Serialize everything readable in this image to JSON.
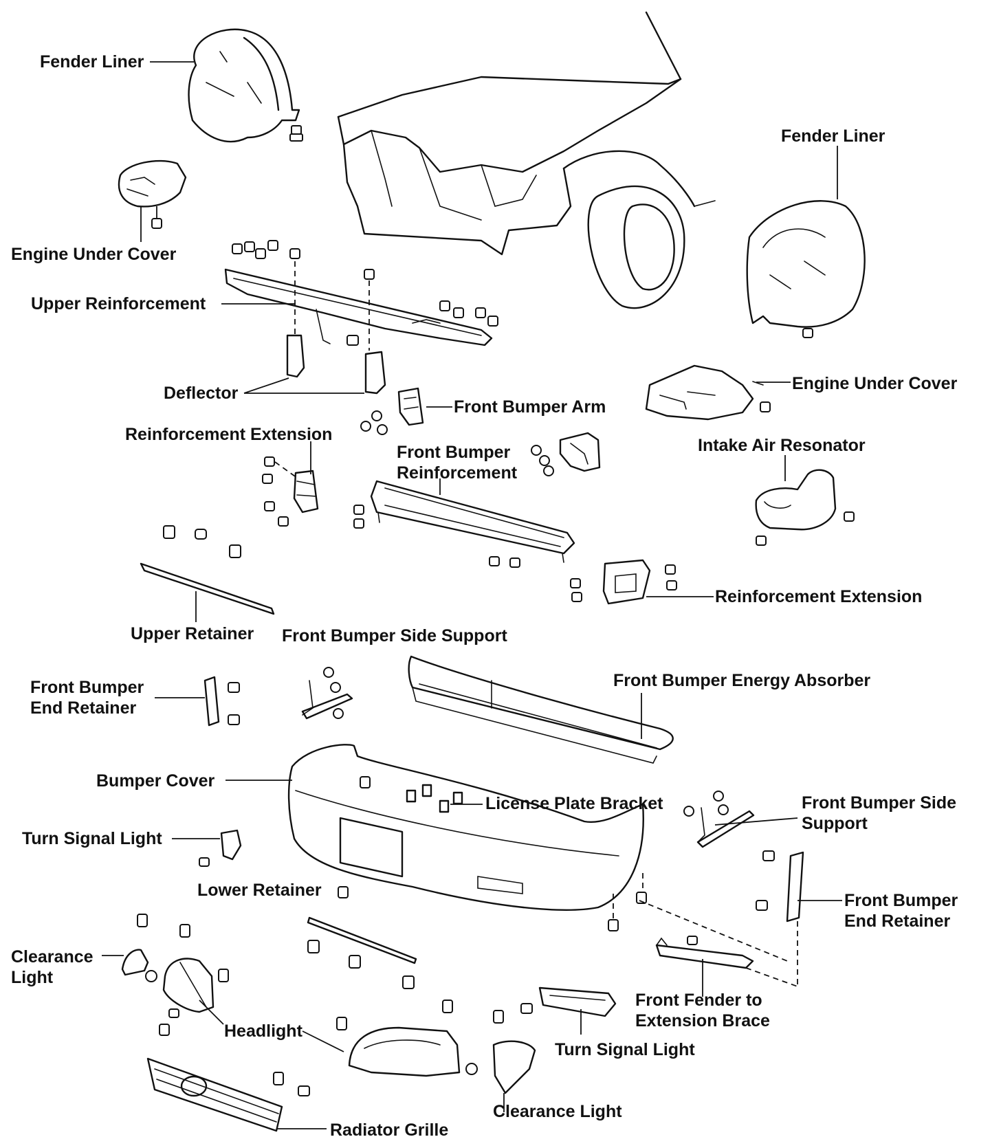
{
  "diagram": {
    "labels": {
      "fender_liner_left": "Fender Liner",
      "fender_liner_right": "Fender Liner",
      "engine_under_cover_left": "Engine Under Cover",
      "engine_under_cover_right": "Engine Under Cover",
      "upper_reinforcement": "Upper Reinforcement",
      "deflector": "Deflector",
      "front_bumper_arm": "Front Bumper Arm",
      "reinforcement_extension_left": "Reinforcement Extension",
      "reinforcement_extension_right": "Reinforcement Extension",
      "front_bumper_reinforcement_l1": "Front Bumper",
      "front_bumper_reinforcement_l2": "Reinforcement",
      "intake_air_resonator": "Intake Air Resonator",
      "upper_retainer": "Upper Retainer",
      "front_bumper_side_support_top": "Front Bumper Side Support",
      "front_bumper_energy_absorber": "Front Bumper Energy Absorber",
      "front_bumper_end_retainer_left_l1": "Front Bumper",
      "front_bumper_end_retainer_left_l2": "End Retainer",
      "bumper_cover": "Bumper Cover",
      "license_plate_bracket": "License Plate Bracket",
      "front_bumper_side_support_right_l1": "Front Bumper Side",
      "front_bumper_side_support_right_l2": "Support",
      "turn_signal_light_left": "Turn Signal Light",
      "lower_retainer": "Lower Retainer",
      "front_bumper_end_retainer_right_l1": "Front Bumper",
      "front_bumper_end_retainer_right_l2": "End Retainer",
      "clearance_light_left_l1": "Clearance",
      "clearance_light_left_l2": "Light",
      "headlight": "Headlight",
      "front_fender_brace_l1": "Front Fender to",
      "front_fender_brace_l2": "Extension Brace",
      "turn_signal_light_right": "Turn Signal Light",
      "clearance_light_right": "Clearance Light",
      "radiator_grille": "Radiator Grille"
    }
  }
}
